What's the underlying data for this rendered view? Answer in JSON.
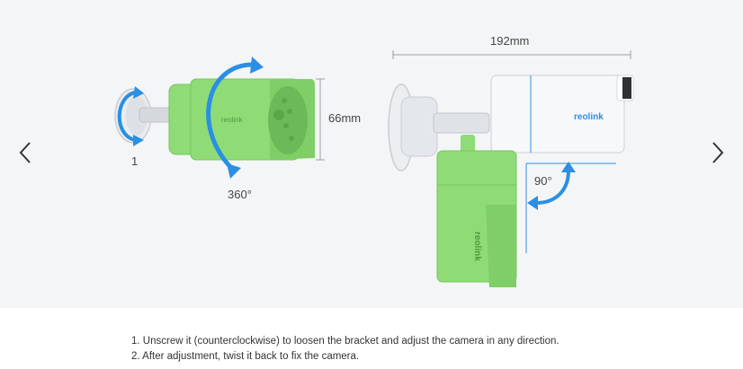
{
  "navigation": {
    "prev_icon": "chevron-left-icon",
    "next_icon": "chevron-right-icon"
  },
  "figure": {
    "step_number": "1",
    "rotation_label": "360°",
    "height_label": "66mm",
    "length_label": "192mm",
    "tilt_label": "90°",
    "brand_text": "reolink"
  },
  "colors": {
    "accent_blue": "#2b8fe3",
    "camera_green": "#8fdc77",
    "camera_white": "#f7f8f9",
    "background": "#f4f5f7"
  },
  "captions": [
    "1. Unscrew it (counterclockwise) to loosen the bracket and adjust the camera in any direction.",
    "2. After adjustment, twist it back to fix the camera."
  ]
}
